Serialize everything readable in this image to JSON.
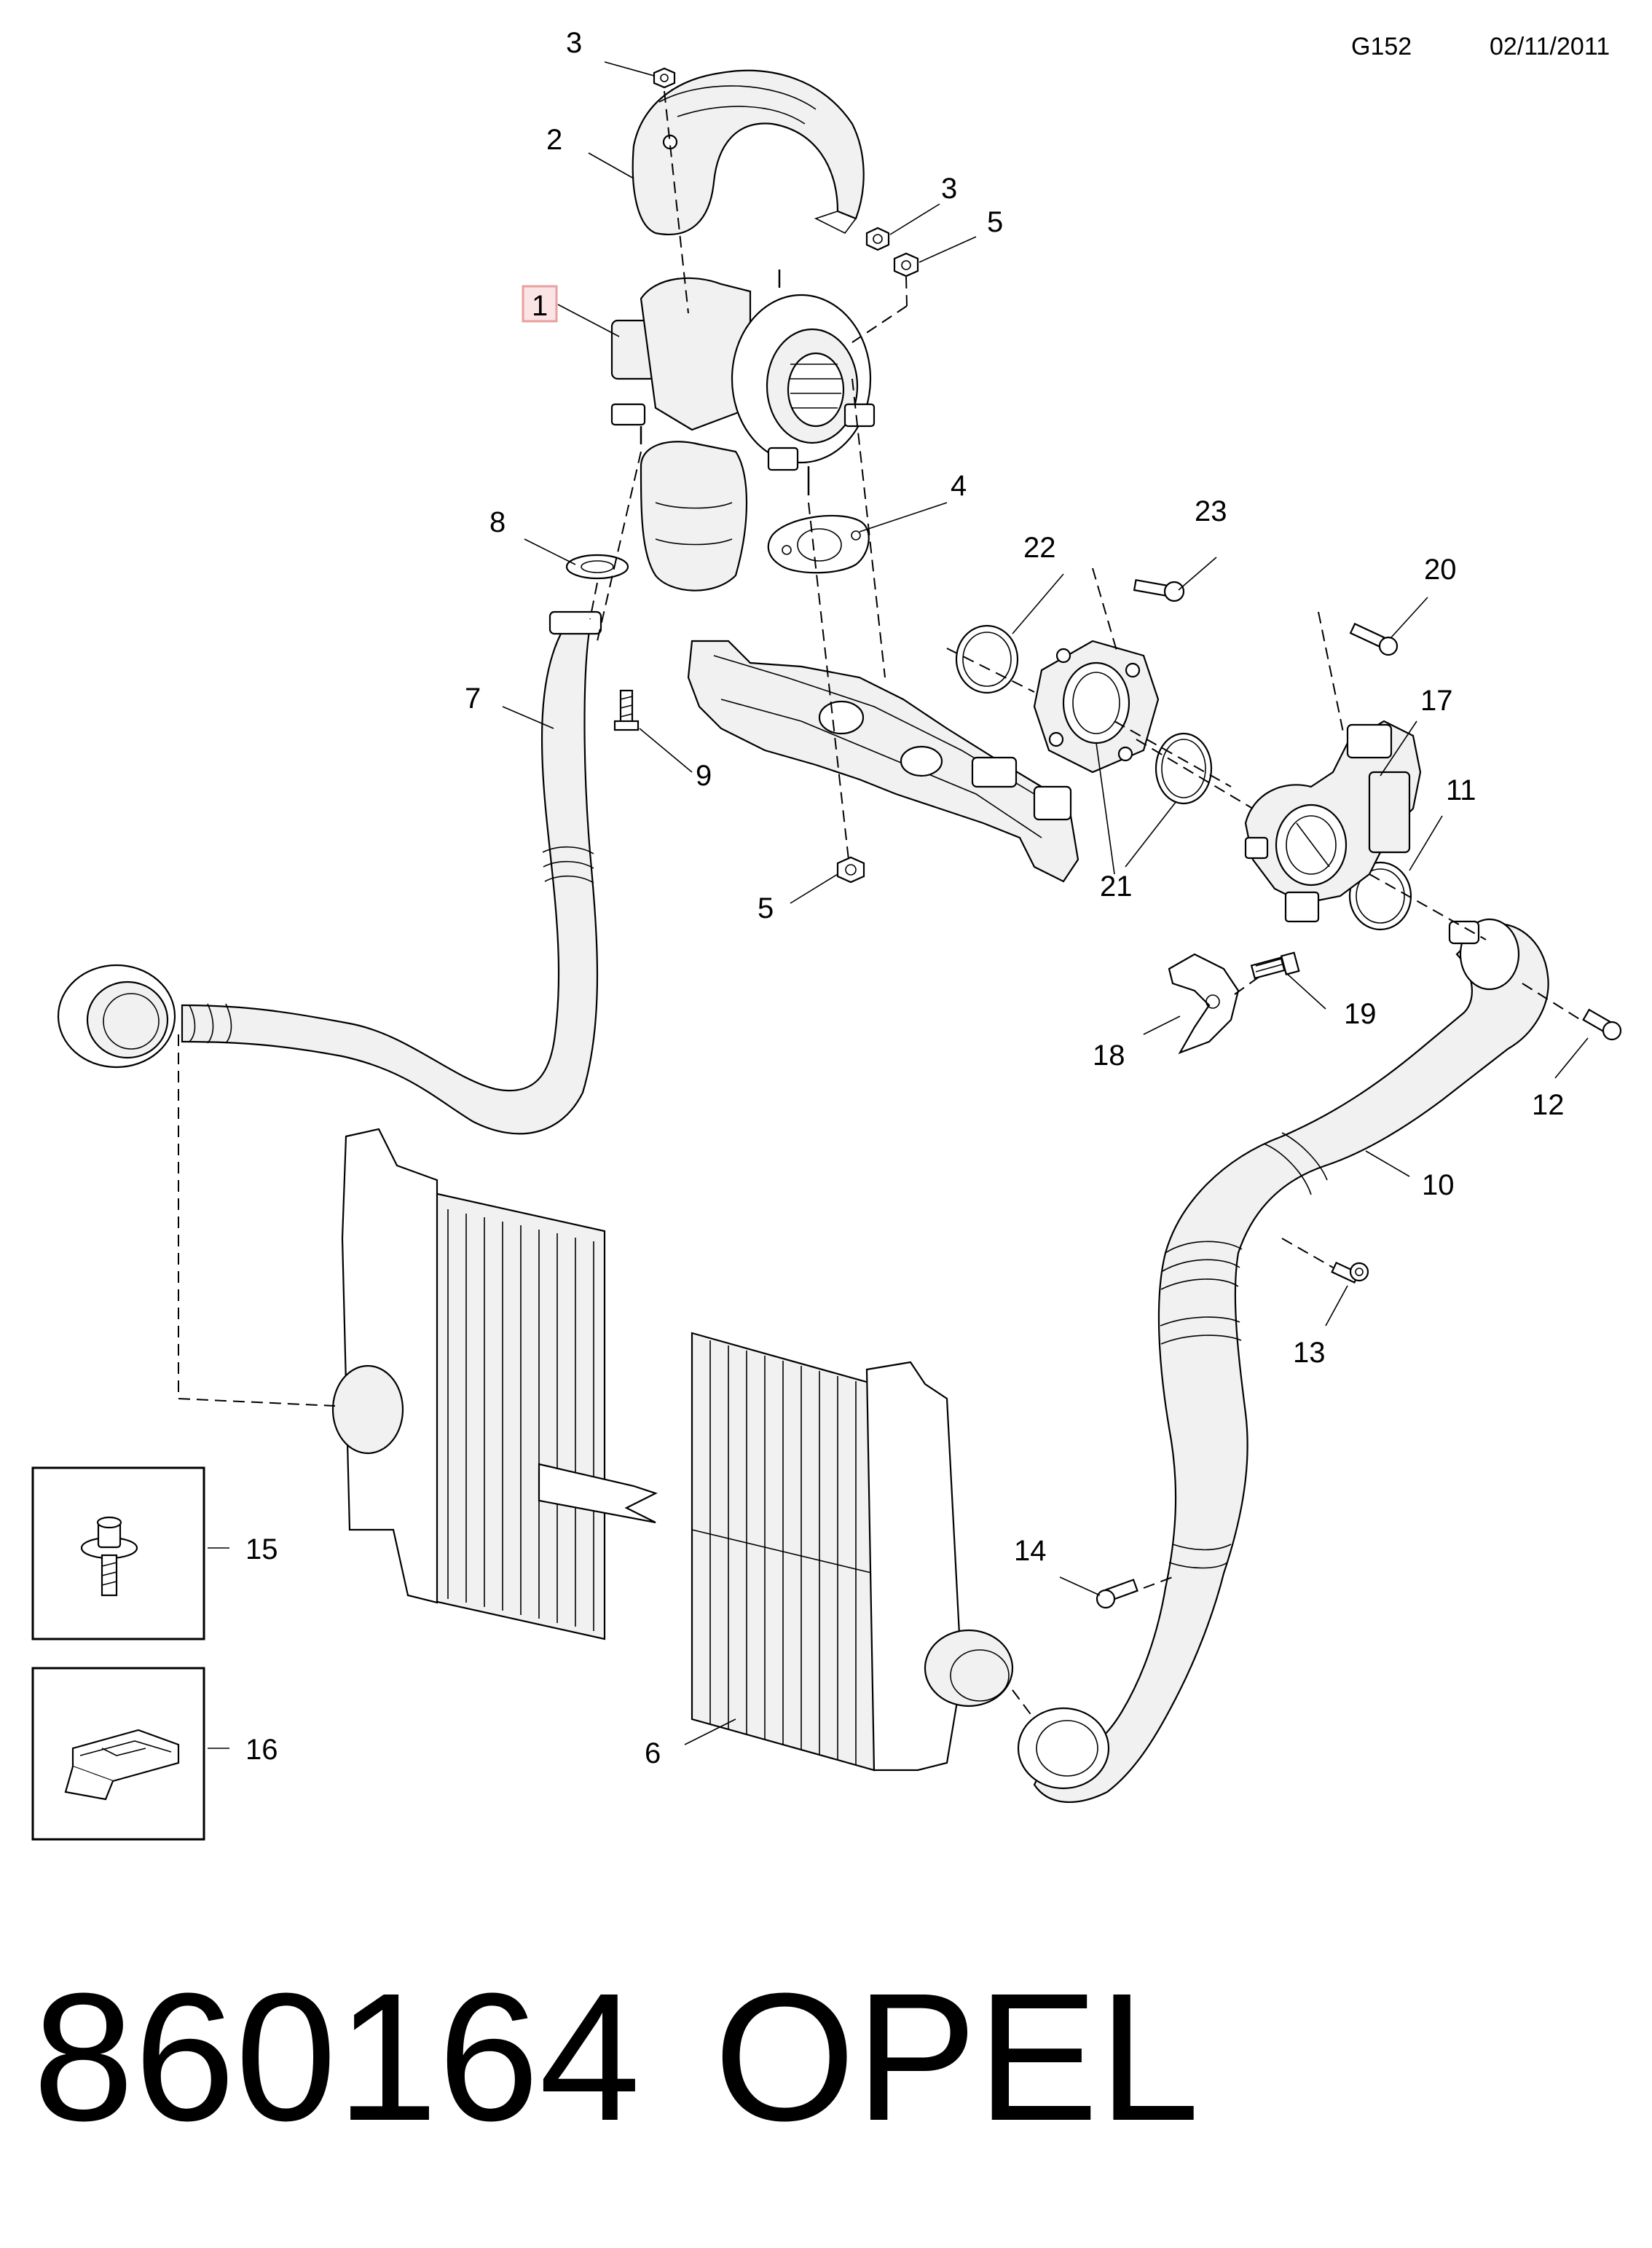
{
  "header": {
    "sheet_code": "G152",
    "date": "02/11/2011"
  },
  "footer": {
    "part_number": "860164",
    "brand": "OPEL"
  },
  "callouts": {
    "c1": "1",
    "c2": "2",
    "c3a": "3",
    "c3b": "3",
    "c4": "4",
    "c5a": "5",
    "c5b": "5",
    "c6": "6",
    "c7": "7",
    "c8": "8",
    "c9": "9",
    "c10": "10",
    "c11": "11",
    "c12": "12",
    "c13": "13",
    "c14": "14",
    "c15": "15",
    "c16": "16",
    "c17": "17",
    "c18": "18",
    "c19": "19",
    "c20": "20",
    "c21": "21",
    "c22": "22",
    "c23": "23"
  },
  "colors": {
    "highlight_box": "#e8a0a0",
    "highlight_fill": "#fbe4e4"
  }
}
